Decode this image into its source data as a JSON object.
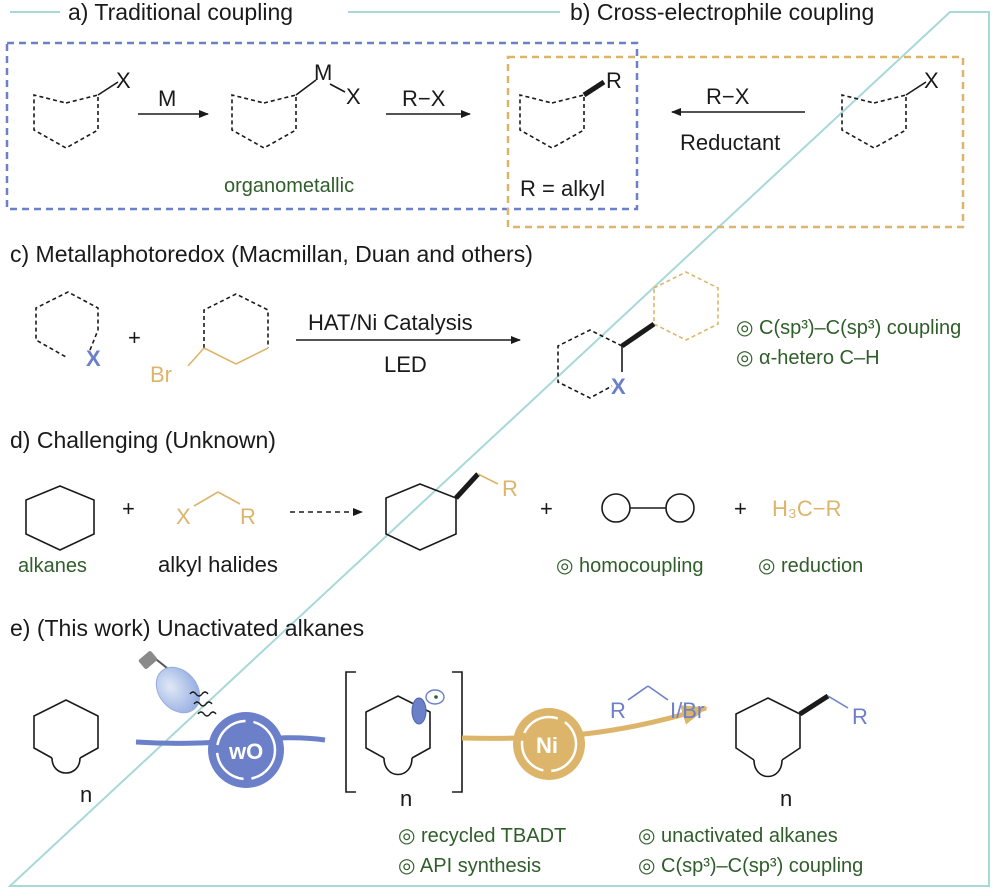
{
  "colors": {
    "frame": "#a9d8d8",
    "blue": "#6b80c8",
    "gold": "#dcb56a",
    "green": "#2f5e2a",
    "ink": "#1a1a1a"
  },
  "sections": {
    "a": {
      "title": "a) Traditional coupling",
      "x_label": "X",
      "m_label": "M",
      "reagent1": "M",
      "reagent2": "R−X",
      "organometallic": "organometallic",
      "product_r": "R",
      "r_alkyl": "R = alkyl"
    },
    "b": {
      "title": "b) Cross-electrophile coupling",
      "reagent": "R−X",
      "reductant": "Reductant",
      "x_label": "X"
    },
    "c": {
      "title": "c) Metallaphotoredox (Macmillan, Duan and others)",
      "x_label": "X",
      "plus": "+",
      "br_label": "Br",
      "condition_top": "HAT/Ni Catalysis",
      "condition_bottom": "LED",
      "product_x": "X",
      "bullet1": "◎ C(sp³)–C(sp³) coupling",
      "bullet2": "◎ α-hetero C–H"
    },
    "d": {
      "title": "d) Challenging (Unknown)",
      "plus": "+",
      "x_label": "X",
      "r_label": "R",
      "alkanes": "alkanes",
      "alkyl_halides": "alkyl halides",
      "homocoupling": "◎ homocoupling",
      "reduction": "◎ reduction",
      "methyl_formula": "H₃C−R"
    },
    "e": {
      "title": "e) (This work) Unactivated alkanes",
      "n_label": "n",
      "wo_label": "wO",
      "ni_label": "Ni",
      "reagent_r": "R",
      "reagent_halide": "I/Br",
      "product_r": "R",
      "bullet1": "◎ recycled TBADT",
      "bullet2": "◎ API synthesis",
      "bullet3": "◎ unactivated alkanes",
      "bullet4": "◎ C(sp³)–C(sp³) coupling"
    }
  }
}
